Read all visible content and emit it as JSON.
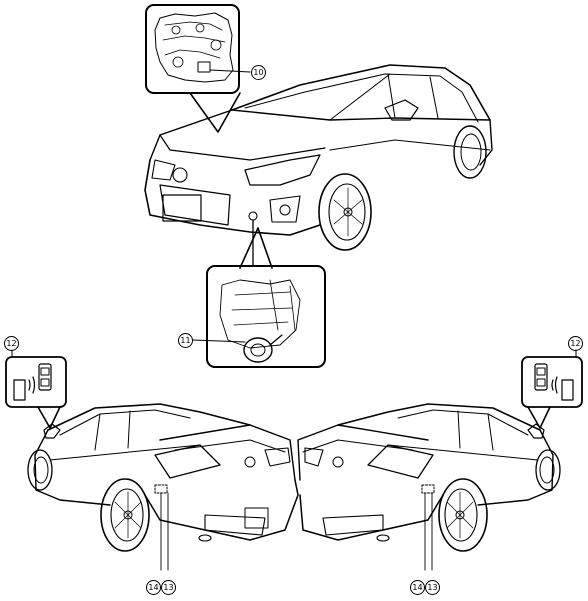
{
  "callouts": {
    "engine_sensor": "10",
    "horn": "11",
    "key_left": "12",
    "key_right": "12",
    "rear_left_a": "14",
    "rear_left_b": "13",
    "rear_right_a": "14",
    "rear_right_b": "13"
  },
  "colors": {
    "line": "#000000",
    "background": "#ffffff"
  }
}
